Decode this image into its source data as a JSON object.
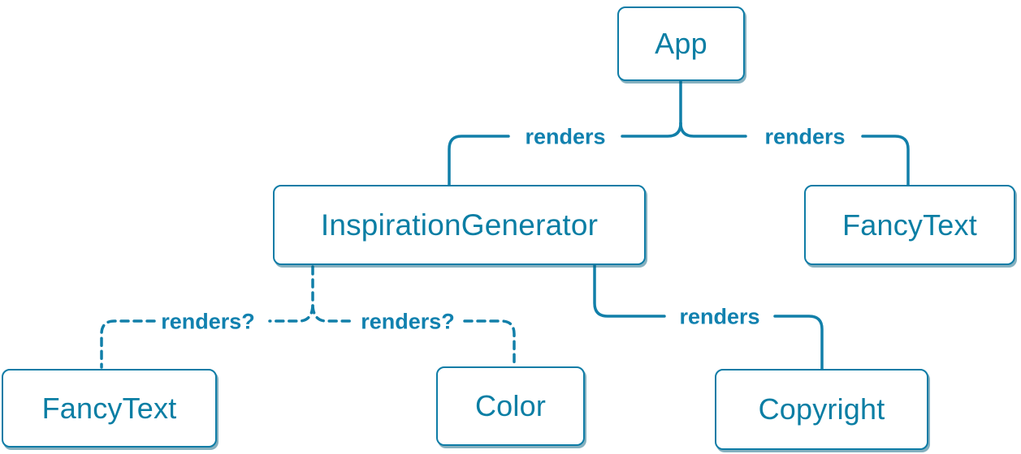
{
  "diagram": {
    "type": "component-render-tree",
    "colors": {
      "line": "#117fa9",
      "box_border": "#0e7ca6",
      "box_text": "#0a7ea4",
      "label_text": "#1181af",
      "box_fill": "#ffffff"
    },
    "nodes": [
      {
        "id": "app",
        "label": "App"
      },
      {
        "id": "inspiration-generator",
        "label": "InspirationGenerator"
      },
      {
        "id": "fancy-text-top",
        "label": "FancyText"
      },
      {
        "id": "fancy-text-bottom",
        "label": "FancyText"
      },
      {
        "id": "color",
        "label": "Color"
      },
      {
        "id": "copyright",
        "label": "Copyright"
      }
    ],
    "edges": [
      {
        "from": "App",
        "to": "InspirationGenerator",
        "label": "renders",
        "style": "solid"
      },
      {
        "from": "App",
        "to": "FancyText",
        "label": "renders",
        "style": "solid"
      },
      {
        "from": "InspirationGenerator",
        "to": "FancyText",
        "label": "renders?",
        "style": "dashed"
      },
      {
        "from": "InspirationGenerator",
        "to": "Color",
        "label": "renders?",
        "style": "dashed"
      },
      {
        "from": "InspirationGenerator",
        "to": "Copyright",
        "label": "renders",
        "style": "solid"
      }
    ]
  }
}
